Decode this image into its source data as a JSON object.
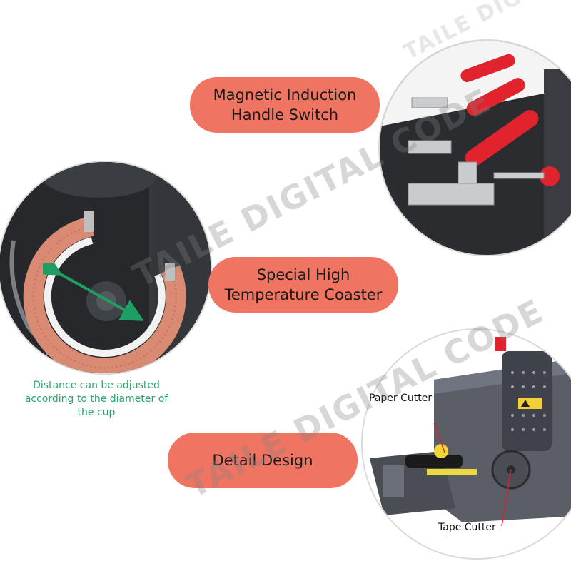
{
  "colors": {
    "pill": "#ef7461",
    "caption_green": "#2aa56b",
    "accent_red": "#d8232f"
  },
  "features": {
    "handle": {
      "line1": "Magnetic Induction",
      "line2": "Handle Switch"
    },
    "coaster": {
      "line1": "Special High",
      "line2": "Temperature Coaster"
    },
    "detail": {
      "label": "Detail Design"
    }
  },
  "caption": {
    "line1": "Distance can be adjusted",
    "line2": "according to the diameter of",
    "line3": "the cup"
  },
  "labels": {
    "paper_cutter": "Paper Cutter",
    "tape_cutter": "Tape Cutter"
  },
  "watermark": {
    "text1": "TAILE DIGITAL CODE",
    "text2": "TAILE DIGITAL CODE",
    "text3": "TAILE DIGITAL CODE"
  },
  "icons": [
    "double-arrow-icon",
    "warning-sticker-icon",
    "callout-pointer-icon"
  ]
}
